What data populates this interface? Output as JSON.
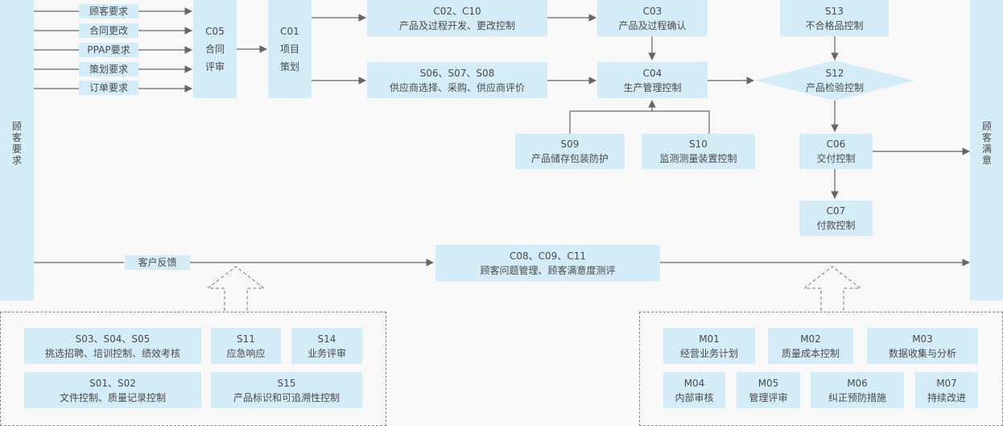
{
  "left_column": {
    "label": "顾客要求"
  },
  "right_column": {
    "label": "顾客满意"
  },
  "requirements": [
    "顾客要求",
    "合同更改",
    "PPAP要求",
    "策划要求",
    "订单要求"
  ],
  "c05": {
    "code": "C05",
    "lines": [
      "合同",
      "评审"
    ]
  },
  "c01": {
    "code": "C01",
    "lines": [
      "项目",
      "策划"
    ]
  },
  "c02": {
    "code": "C02、C10",
    "label": "产品及过程开发、更改控制"
  },
  "c03": {
    "code": "C03",
    "label": "产品及过程确认"
  },
  "s13": {
    "code": "S13",
    "label": "不合格品控制"
  },
  "s06": {
    "code": "S06、S07、S08",
    "label": "供应商选择、采购、供应商评价"
  },
  "c04": {
    "code": "C04",
    "label": "生产管理控制"
  },
  "s12": {
    "code": "S12",
    "label": "产品检验控制"
  },
  "s09": {
    "code": "S09",
    "label": "产品储存包装防护"
  },
  "s10": {
    "code": "S10",
    "label": "监测测量装置控制"
  },
  "c06": {
    "code": "C06",
    "label": "交付控制"
  },
  "c07": {
    "code": "C07",
    "label": "付款控制"
  },
  "feedback": {
    "label": "客户反馈"
  },
  "c08": {
    "code": "C08、C09、C11",
    "label": "顾客问题管理、顾客满意度测评"
  },
  "support_left": [
    {
      "code": "S03、S04、S05",
      "label": "挑选招聘、培训控制、绩效考核"
    },
    {
      "code": "S11",
      "label": "应急响应"
    },
    {
      "code": "S14",
      "label": "业务评审"
    },
    {
      "code": "S01、S02",
      "label": "文件控制、质量记录控制"
    },
    {
      "code": "S15",
      "label": "产品标识和可追溯性控制"
    }
  ],
  "support_right": [
    {
      "code": "M01",
      "label": "经营业务计划"
    },
    {
      "code": "M02",
      "label": "质量成本控制"
    },
    {
      "code": "M03",
      "label": "数据收集与分析"
    },
    {
      "code": "M04",
      "label": "内部审核"
    },
    {
      "code": "M05",
      "label": "管理评审"
    },
    {
      "code": "M06",
      "label": "纠正预防措施"
    },
    {
      "code": "M07",
      "label": "持续改进"
    }
  ],
  "colors": {
    "box": "#d4ebf8",
    "line": "#666666",
    "text": "#4a4a4a"
  }
}
